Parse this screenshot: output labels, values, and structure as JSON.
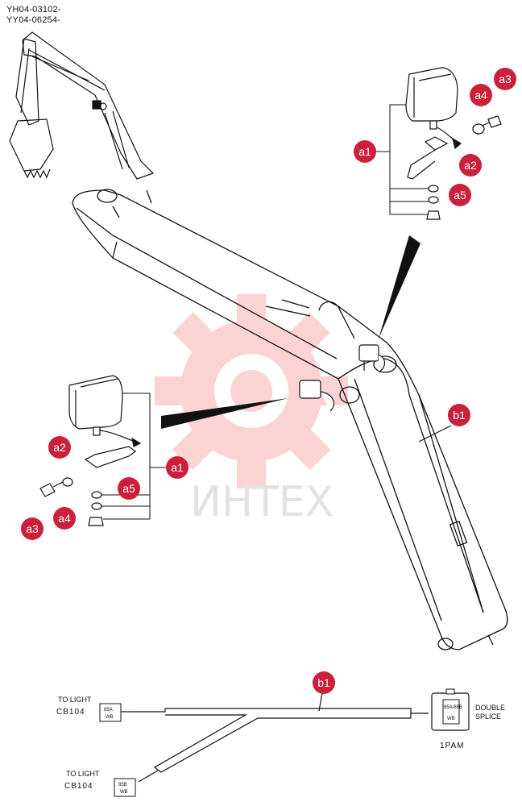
{
  "serials": [
    "YH04-03102-",
    "YY04-06254-"
  ],
  "watermark": "ИНТЕХ",
  "colors": {
    "badge": "#cc1f3c",
    "line": "#111111",
    "watermark_gear": "#fbd3d3",
    "watermark_text": "#e2e2e2"
  },
  "badges": {
    "top_a1": "a1",
    "top_a2": "a2",
    "top_a3": "a3",
    "top_a4": "a4",
    "top_a5": "a5",
    "left_a1": "a1",
    "left_a2": "a2",
    "left_a3": "a3",
    "left_a4": "a4",
    "left_a5": "a5",
    "boom_b1": "b1",
    "harness_b1": "b1"
  },
  "harness": {
    "to_light_1": "TO LIGHT",
    "cb_1": "CB104",
    "conn_1_code": "85A",
    "conn_1_color": "WB",
    "to_light_2": "TO LIGHT",
    "cb_2": "CB104",
    "conn_2_code": "85B",
    "conn_2_color": "WB",
    "double_splice_1": "DOUBLE",
    "double_splice_2": "SPLICE",
    "splice_code": "85A/85B",
    "splice_color": "WB",
    "splice_id": "1PAM"
  }
}
